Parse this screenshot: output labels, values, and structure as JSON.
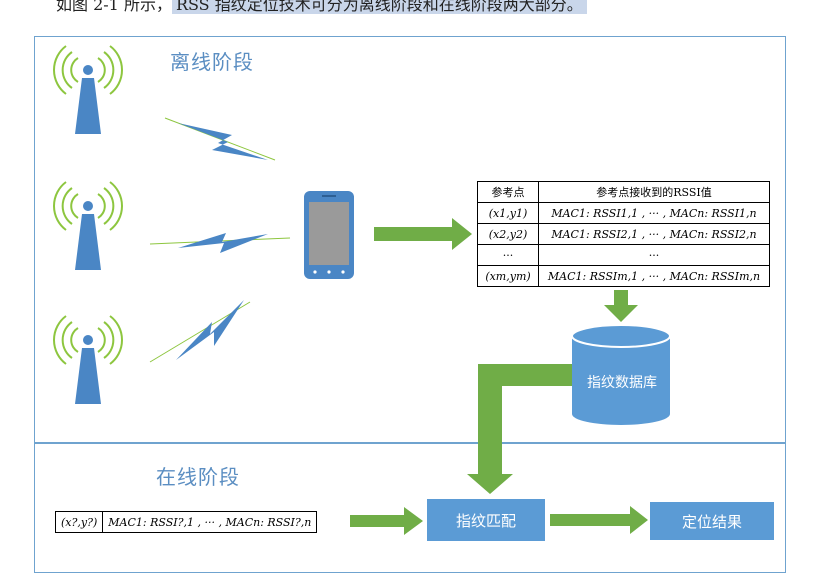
{
  "header": {
    "text_before": "如图 2-1 所示，",
    "text_highlight": "RSS 指纹定位技术可分为离线阶段和在线阶段两大部分。"
  },
  "offline_phase": {
    "title": "离线阶段"
  },
  "online_phase": {
    "title": "在线阶段"
  },
  "fingerprint_table": {
    "headers": [
      "参考点",
      "参考点接收到的RSSI值"
    ],
    "rows": [
      {
        "point": "(x1,y1)",
        "values": "MAC1: RSSI1,1 , ··· , MACn: RSSI1,n"
      },
      {
        "point": "(x2,y2)",
        "values": "MAC1: RSSI2,1 , ··· , MACn: RSSI2,n"
      },
      {
        "point": "···",
        "values": "···"
      },
      {
        "point": "(xm,ym)",
        "values": "MAC1: RSSIm,1 , ··· , MACn: RSSIm,n"
      }
    ]
  },
  "database": {
    "label": "指纹数据库"
  },
  "online_measurement": {
    "point": "(x?,y?)",
    "values": "MAC1: RSSI?,1 , ··· , MACn: RSSI?,n"
  },
  "match_box": {
    "label": "指纹匹配"
  },
  "result_box": {
    "label": "定位结果"
  },
  "colors": {
    "panel_border": "#6fa3cf",
    "tower_blue": "#4a86c5",
    "signal_green": "#8dc63f",
    "arrow_green": "#70ad47",
    "box_blue": "#5b9bd5"
  }
}
